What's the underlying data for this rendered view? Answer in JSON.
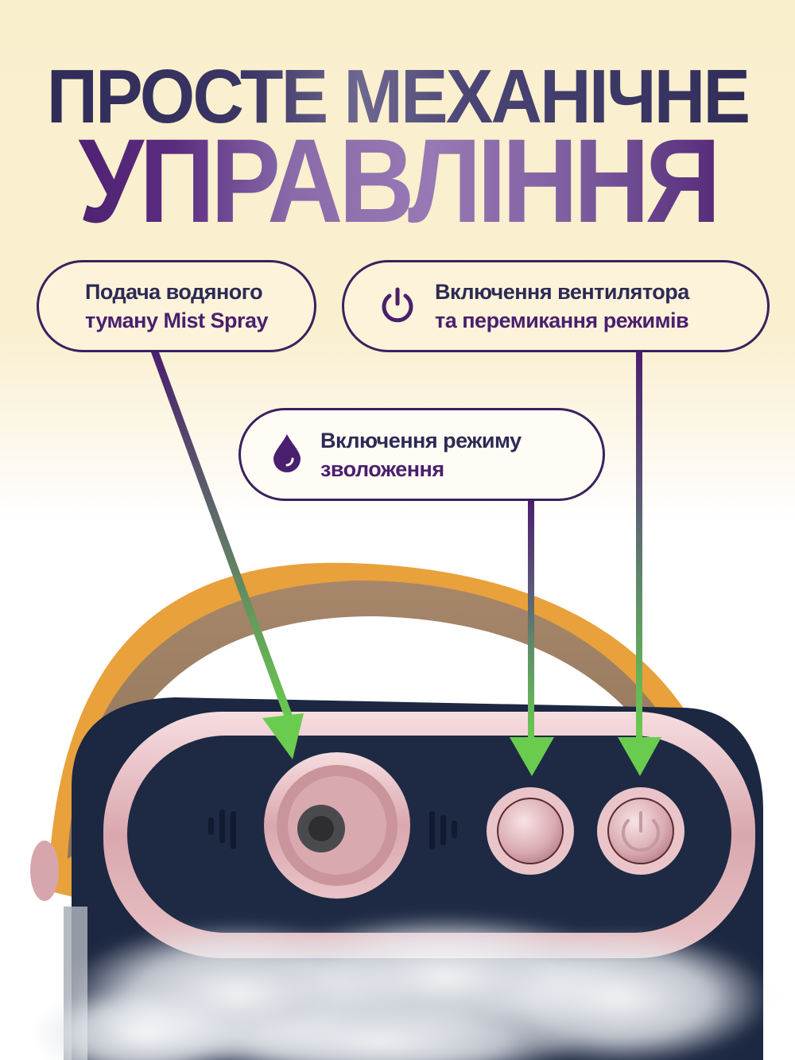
{
  "headline": {
    "line1": "ПРОСТЕ МЕХАНІЧНЕ",
    "line2": "УПРАВЛІННЯ"
  },
  "callouts": [
    {
      "id": "mist-spray",
      "icon": "none",
      "line1": "Подача водяного",
      "line2": "туману Mist Spray"
    },
    {
      "id": "fan-power",
      "icon": "power-icon",
      "line1": "Включення вентилятора",
      "line2": "та перемикання режимів"
    },
    {
      "id": "humidify",
      "icon": "water-drop-icon",
      "line1": "Включення режиму",
      "line2": "зволоження"
    }
  ],
  "colors": {
    "background_top": "#FAEFCD",
    "background_bottom": "#FFFFFF",
    "headline_line1": "#2E2B57",
    "headline_line2": "#5A2C80",
    "pill_border": "#3A215E",
    "text_dark": "#2D2A55",
    "text_purple": "#4A1F6E",
    "arrow_green": "#6ACC4E",
    "device_body": "#1F2B45",
    "device_trim": "#E8BFC4",
    "strap_outer": "#E9A13B",
    "strap_inner": "#9E8062"
  }
}
